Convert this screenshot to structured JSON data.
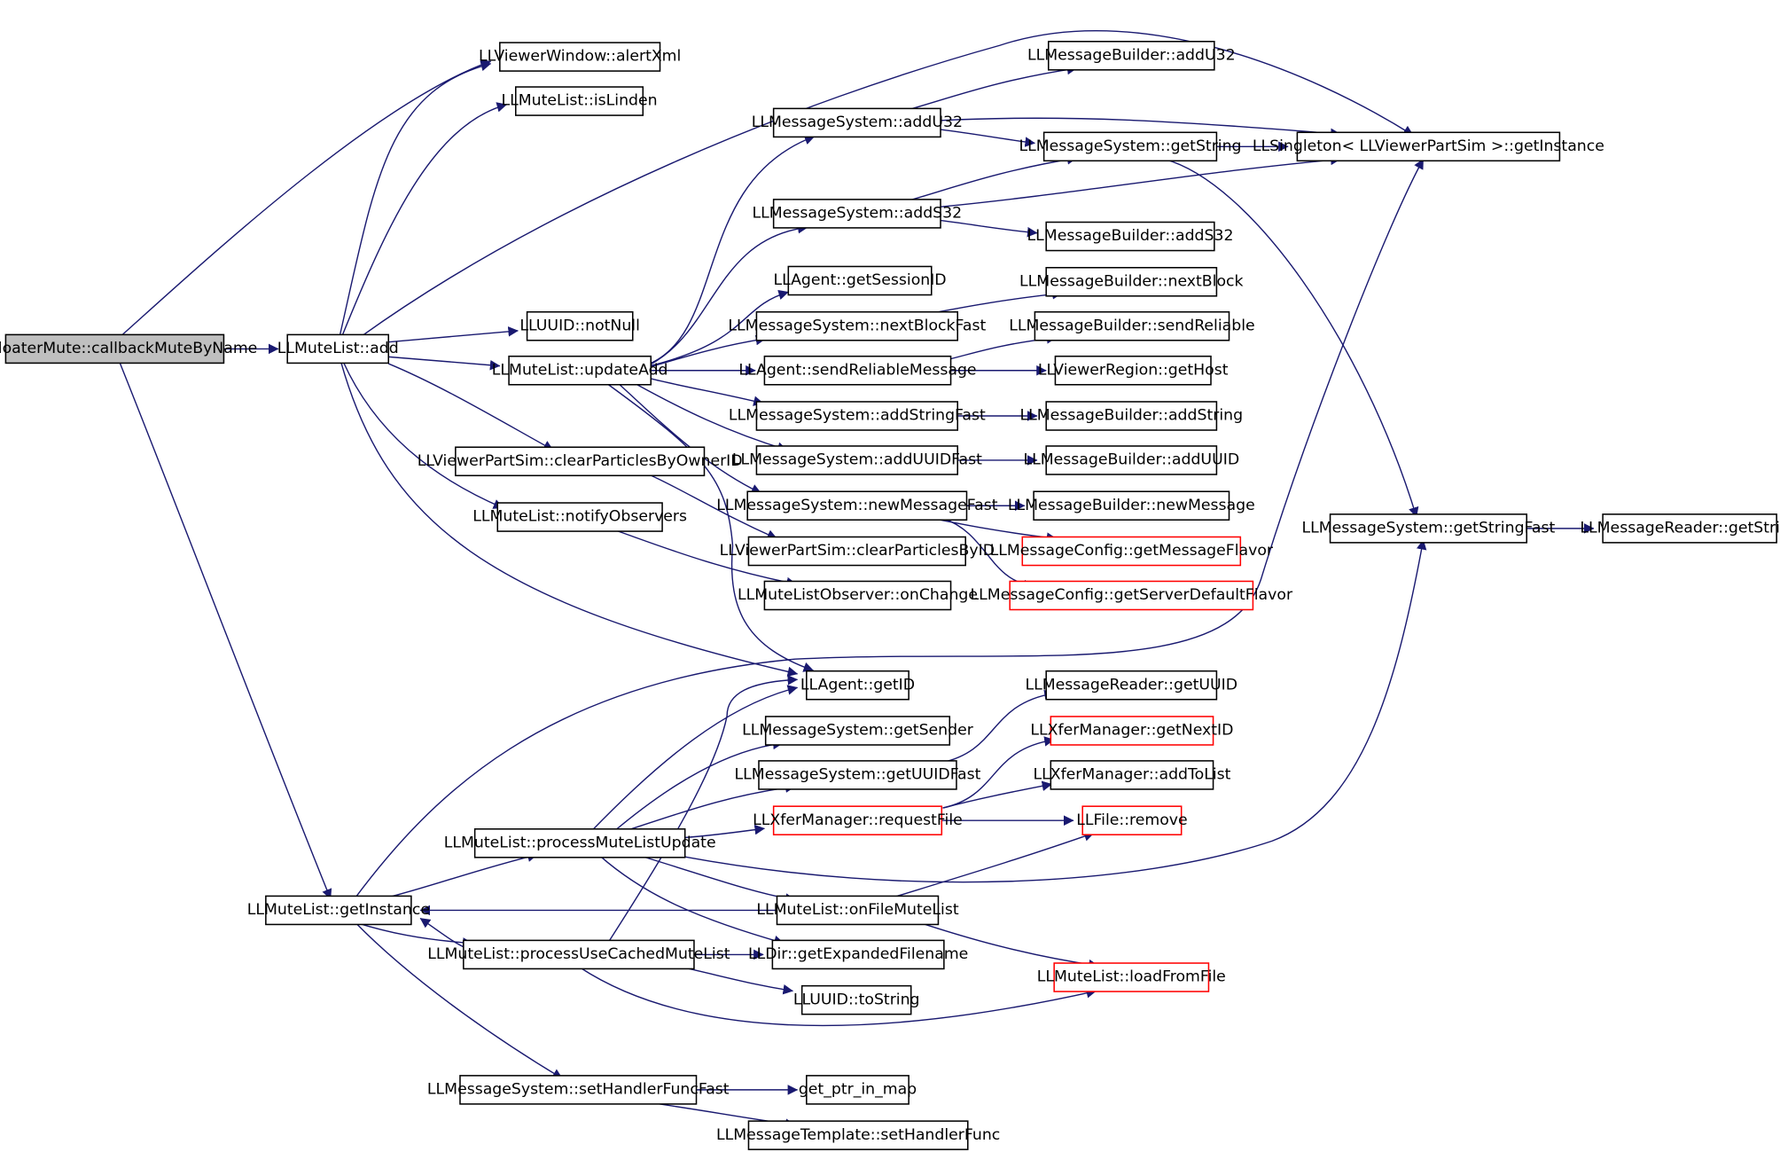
{
  "diagram": {
    "colors": {
      "edge": "#191970",
      "node_border": "#000000",
      "undocumented_border": "#ff0000",
      "root_fill": "#bfbfbf",
      "background": "#ffffff"
    },
    "nodes": [
      {
        "id": "root",
        "label": "LLFloaterMute::callbackMuteByName",
        "style": "root"
      },
      {
        "id": "add",
        "label": "LLMuteList::add"
      },
      {
        "id": "alertXml",
        "label": "LLViewerWindow::alertXml"
      },
      {
        "id": "isLinden",
        "label": "LLMuteList::isLinden"
      },
      {
        "id": "notNull",
        "label": "LLUUID::notNull"
      },
      {
        "id": "updateAdd",
        "label": "LLMuteList::updateAdd"
      },
      {
        "id": "clearByOwner",
        "label": "LLViewerPartSim::clearParticlesByOwnerID"
      },
      {
        "id": "notifyObs",
        "label": "LLMuteList::notifyObservers"
      },
      {
        "id": "addU32",
        "label": "LLMessageSystem::addU32"
      },
      {
        "id": "addS32",
        "label": "LLMessageSystem::addS32"
      },
      {
        "id": "getSessionID",
        "label": "LLAgent::getSessionID"
      },
      {
        "id": "nextBlockFast",
        "label": "LLMessageSystem::nextBlockFast"
      },
      {
        "id": "sendRelMsg",
        "label": "LLAgent::sendReliableMessage"
      },
      {
        "id": "addStringFast",
        "label": "LLMessageSystem::addStringFast"
      },
      {
        "id": "addUUIDFast",
        "label": "LLMessageSystem::addUUIDFast"
      },
      {
        "id": "newMessageFast",
        "label": "LLMessageSystem::newMessageFast"
      },
      {
        "id": "clearByID",
        "label": "LLViewerPartSim::clearParticlesByID"
      },
      {
        "id": "onChange",
        "label": "LLMuteListObserver::onChange"
      },
      {
        "id": "mbAddU32",
        "label": "LLMessageBuilder::addU32"
      },
      {
        "id": "msGetString",
        "label": "LLMessageSystem::getString"
      },
      {
        "id": "mbAddS32",
        "label": "LLMessageBuilder::addS32"
      },
      {
        "id": "mbNextBlock",
        "label": "LLMessageBuilder::nextBlock"
      },
      {
        "id": "mbSendReliable",
        "label": "LLMessageBuilder::sendReliable"
      },
      {
        "id": "getHost",
        "label": "LLViewerRegion::getHost"
      },
      {
        "id": "mbAddString",
        "label": "LLMessageBuilder::addString"
      },
      {
        "id": "mbAddUUID",
        "label": "LLMessageBuilder::addUUID"
      },
      {
        "id": "mbNewMessage",
        "label": "LLMessageBuilder::newMessage"
      },
      {
        "id": "getMsgFlavor",
        "label": "LLMessageConfig::getMessageFlavor",
        "style": "red"
      },
      {
        "id": "getSrvFlavor",
        "label": "LLMessageConfig::getServerDefaultFlavor",
        "style": "red"
      },
      {
        "id": "singleton",
        "label": "LLSingleton< LLViewerPartSim >::getInstance"
      },
      {
        "id": "getStringFast",
        "label": "LLMessageSystem::getStringFast"
      },
      {
        "id": "mrGetString",
        "label": "LLMessageReader::getString"
      },
      {
        "id": "getID",
        "label": "LLAgent::getID"
      },
      {
        "id": "getSender",
        "label": "LLMessageSystem::getSender"
      },
      {
        "id": "getUUIDFast",
        "label": "LLMessageSystem::getUUIDFast"
      },
      {
        "id": "requestFile",
        "label": "LLXferManager::requestFile",
        "style": "red"
      },
      {
        "id": "processMLU",
        "label": "LLMuteList::processMuteListUpdate"
      },
      {
        "id": "onFileML",
        "label": "LLMuteList::onFileMuteList"
      },
      {
        "id": "getInstance",
        "label": "LLMuteList::getInstance"
      },
      {
        "id": "processUCML",
        "label": "LLMuteList::processUseCachedMuteList"
      },
      {
        "id": "getExpFile",
        "label": "LLDir::getExpandedFilename"
      },
      {
        "id": "toString",
        "label": "LLUUID::toString"
      },
      {
        "id": "mrGetUUID",
        "label": "LLMessageReader::getUUID"
      },
      {
        "id": "getNextID",
        "label": "LLXferManager::getNextID",
        "style": "red"
      },
      {
        "id": "addToList",
        "label": "LLXferManager::addToList"
      },
      {
        "id": "fileRemove",
        "label": "LLFile::remove",
        "style": "red"
      },
      {
        "id": "loadFromFile",
        "label": "LLMuteList::loadFromFile",
        "style": "red"
      },
      {
        "id": "setHandler",
        "label": "LLMessageSystem::setHandlerFuncFast"
      },
      {
        "id": "getPtrInMap",
        "label": "get_ptr_in_map"
      },
      {
        "id": "tmplSetHandler",
        "label": "LLMessageTemplate::setHandlerFunc"
      }
    ],
    "edges": [
      [
        "root",
        "alertXml"
      ],
      [
        "root",
        "add"
      ],
      [
        "root",
        "getInstance"
      ],
      [
        "add",
        "alertXml"
      ],
      [
        "add",
        "isLinden"
      ],
      [
        "add",
        "notNull"
      ],
      [
        "add",
        "updateAdd"
      ],
      [
        "add",
        "clearByOwner"
      ],
      [
        "add",
        "notifyObs"
      ],
      [
        "add",
        "getID"
      ],
      [
        "add",
        "singleton"
      ],
      [
        "updateAdd",
        "addU32"
      ],
      [
        "updateAdd",
        "addS32"
      ],
      [
        "updateAdd",
        "getSessionID"
      ],
      [
        "updateAdd",
        "nextBlockFast"
      ],
      [
        "updateAdd",
        "sendRelMsg"
      ],
      [
        "updateAdd",
        "addStringFast"
      ],
      [
        "updateAdd",
        "addUUIDFast"
      ],
      [
        "updateAdd",
        "newMessageFast"
      ],
      [
        "updateAdd",
        "getID"
      ],
      [
        "addU32",
        "mbAddU32"
      ],
      [
        "addU32",
        "msGetString"
      ],
      [
        "addU32",
        "singleton"
      ],
      [
        "addS32",
        "msGetString"
      ],
      [
        "addS32",
        "mbAddS32"
      ],
      [
        "addS32",
        "singleton"
      ],
      [
        "nextBlockFast",
        "mbNextBlock"
      ],
      [
        "sendRelMsg",
        "mbSendReliable"
      ],
      [
        "sendRelMsg",
        "getHost"
      ],
      [
        "addStringFast",
        "mbAddString"
      ],
      [
        "addUUIDFast",
        "mbAddUUID"
      ],
      [
        "newMessageFast",
        "mbNewMessage"
      ],
      [
        "newMessageFast",
        "getMsgFlavor"
      ],
      [
        "newMessageFast",
        "getSrvFlavor"
      ],
      [
        "msGetString",
        "singleton"
      ],
      [
        "msGetString",
        "getStringFast"
      ],
      [
        "getStringFast",
        "mrGetString"
      ],
      [
        "clearByOwner",
        "clearByID"
      ],
      [
        "notifyObs",
        "onChange"
      ],
      [
        "getInstance",
        "singleton"
      ],
      [
        "getInstance",
        "processMLU"
      ],
      [
        "getInstance",
        "processUCML"
      ],
      [
        "getInstance",
        "setHandler"
      ],
      [
        "processMLU",
        "getID"
      ],
      [
        "processMLU",
        "getSender"
      ],
      [
        "processMLU",
        "getUUIDFast"
      ],
      [
        "processMLU",
        "requestFile"
      ],
      [
        "processMLU",
        "onFileML"
      ],
      [
        "processMLU",
        "getExpFile"
      ],
      [
        "processMLU",
        "getStringFast"
      ],
      [
        "getUUIDFast",
        "mrGetUUID"
      ],
      [
        "requestFile",
        "getNextID"
      ],
      [
        "requestFile",
        "addToList"
      ],
      [
        "requestFile",
        "fileRemove"
      ],
      [
        "onFileML",
        "getInstance"
      ],
      [
        "onFileML",
        "fileRemove"
      ],
      [
        "onFileML",
        "loadFromFile"
      ],
      [
        "processUCML",
        "getID"
      ],
      [
        "processUCML",
        "getExpFile"
      ],
      [
        "processUCML",
        "toString"
      ],
      [
        "processUCML",
        "loadFromFile"
      ],
      [
        "processUCML",
        "getInstance"
      ],
      [
        "setHandler",
        "getPtrInMap"
      ],
      [
        "setHandler",
        "tmplSetHandler"
      ]
    ]
  }
}
